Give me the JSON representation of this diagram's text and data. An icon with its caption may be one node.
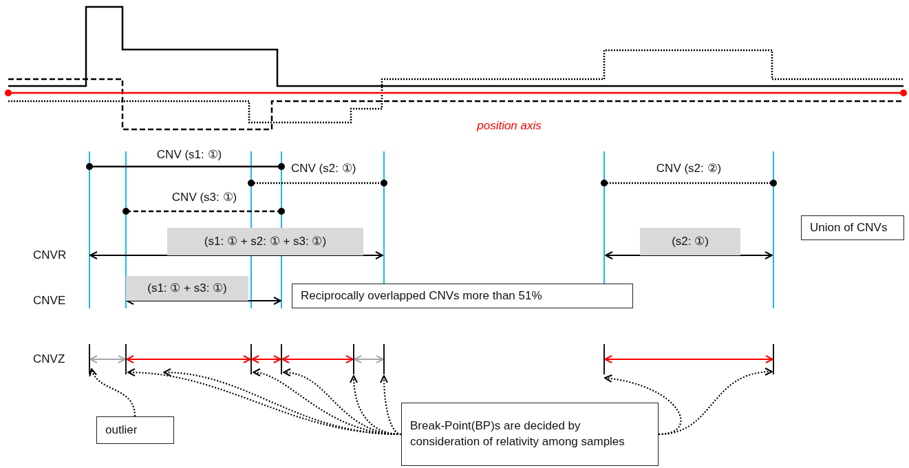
{
  "diagram": {
    "nodes": [
      {
        "text": [
          "Union of CNVs"
        ]
      },
      {
        "text": [
          "Reciprocally overlapped CNVs more than 51%"
        ]
      },
      {
        "text": [],
        "shape": "bar"
      },
      {
        "text": [],
        "shape": "bar"
      },
      {
        "text": [],
        "shape": "bar"
      },
      {
        "text": [],
        "shape": "bar"
      },
      {
        "text": [],
        "shape": "bar"
      },
      {
        "text": [],
        "shape": "bar"
      },
      {
        "text": [],
        "shape": "bar"
      },
      {
        "text": [],
        "shape": "bar"
      },
      {
        "text": [
          "outlier"
        ]
      },
      {
        "text": [
          "Break-Point(BP)s are decided by consideration of relativity among samples"
        ]
      }
    ],
    "edges": [
      {
        "from": 2,
        "to": 3,
        "arrow": "both",
        "color": "#a6a6a6"
      },
      {
        "from": 3,
        "to": 4,
        "arrow": "both",
        "color": "#ff0000"
      },
      {
        "from": 4,
        "to": 5,
        "arrow": "both",
        "color": "#ff0000"
      },
      {
        "from": 5,
        "to": 6,
        "arrow": "both",
        "color": "#ff0000"
      },
      {
        "from": 6,
        "to": 7,
        "arrow": "both",
        "color": "#a6a6a6"
      },
      {
        "from": 8,
        "to": 9,
        "arrow": "both",
        "color": "#ff0000"
      },
      {
        "from": 10,
        "to": 2,
        "arrow": "to",
        "style": "dashed"
      },
      {
        "from": 11,
        "to": 3,
        "arrow": "to",
        "style": "dashed"
      },
      {
        "from": 11,
        "to": null,
        "arrow": "to",
        "style": "dashed"
      },
      {
        "from": 11,
        "to": 4,
        "arrow": "to",
        "style": "dashed"
      },
      {
        "from": 11,
        "to": 5,
        "arrow": "to",
        "style": "dashed"
      },
      {
        "from": 11,
        "to": 6,
        "arrow": "to",
        "style": "dashed"
      },
      {
        "from": 11,
        "to": 7,
        "arrow": "to",
        "style": "dashed"
      },
      {
        "from": 11,
        "to": 8,
        "arrow": "to",
        "style": "dashed"
      },
      {
        "from": 11,
        "to": 9,
        "arrow": "to",
        "style": "dashed"
      }
    ],
    "labels": [
      "position axis",
      "CNV (s1: ①)",
      "CNV (s2: ①)",
      "CNV (s2: ②)",
      "CNV (s3: ①)",
      "(s1: ① + s2: ① + s3: ①)",
      "(s2: ①)",
      "CNVR",
      "(s1: ① + s3: ①)",
      "CNVE",
      "CNVZ"
    ]
  }
}
